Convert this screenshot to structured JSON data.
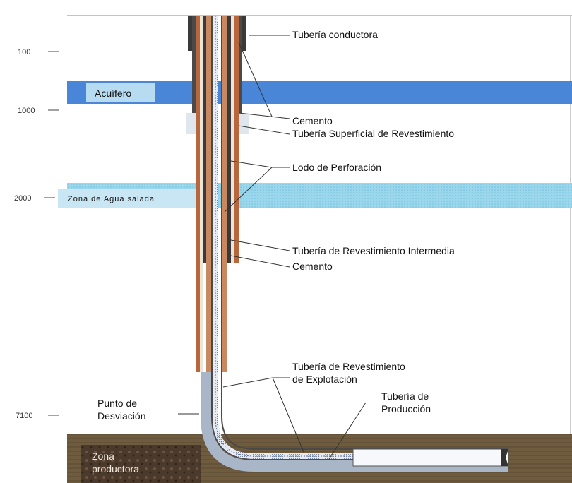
{
  "depth_marks": [
    {
      "label": "100",
      "depth_ft": 100
    },
    {
      "label": "1000",
      "depth_ft": 1000
    },
    {
      "label": "2000",
      "depth_ft": 2000
    },
    {
      "label": "7100",
      "depth_ft": 7100
    }
  ],
  "zones": {
    "aquifer": "Acuífero",
    "saltwater": "Zona de Agua salada",
    "production": [
      "Zona",
      "productora"
    ]
  },
  "labels": {
    "conductor_pipe": "Tubería conductora",
    "cement_1": "Cemento",
    "surface_casing": "Tubería Superficial de Revestimiento",
    "drilling_mud": "Lodo de Perforación",
    "intermediate_casing": "Tubería de Revestimiento Intermedia",
    "cement_2": "Cemento",
    "exploitation_casing": [
      "Tubería de Revestimiento",
      "de Explotación"
    ],
    "production_tubing": [
      "Tubería de",
      "Producción"
    ],
    "deviation_point": [
      "Punto de",
      "Desviación"
    ]
  },
  "colors": {
    "aquifer": "#4a86d8",
    "saltwater": "#8fd3ea",
    "production_ground": "#6b5a3e",
    "casing_brown": "#b8673c",
    "cement_grey": "#c7d0da"
  }
}
